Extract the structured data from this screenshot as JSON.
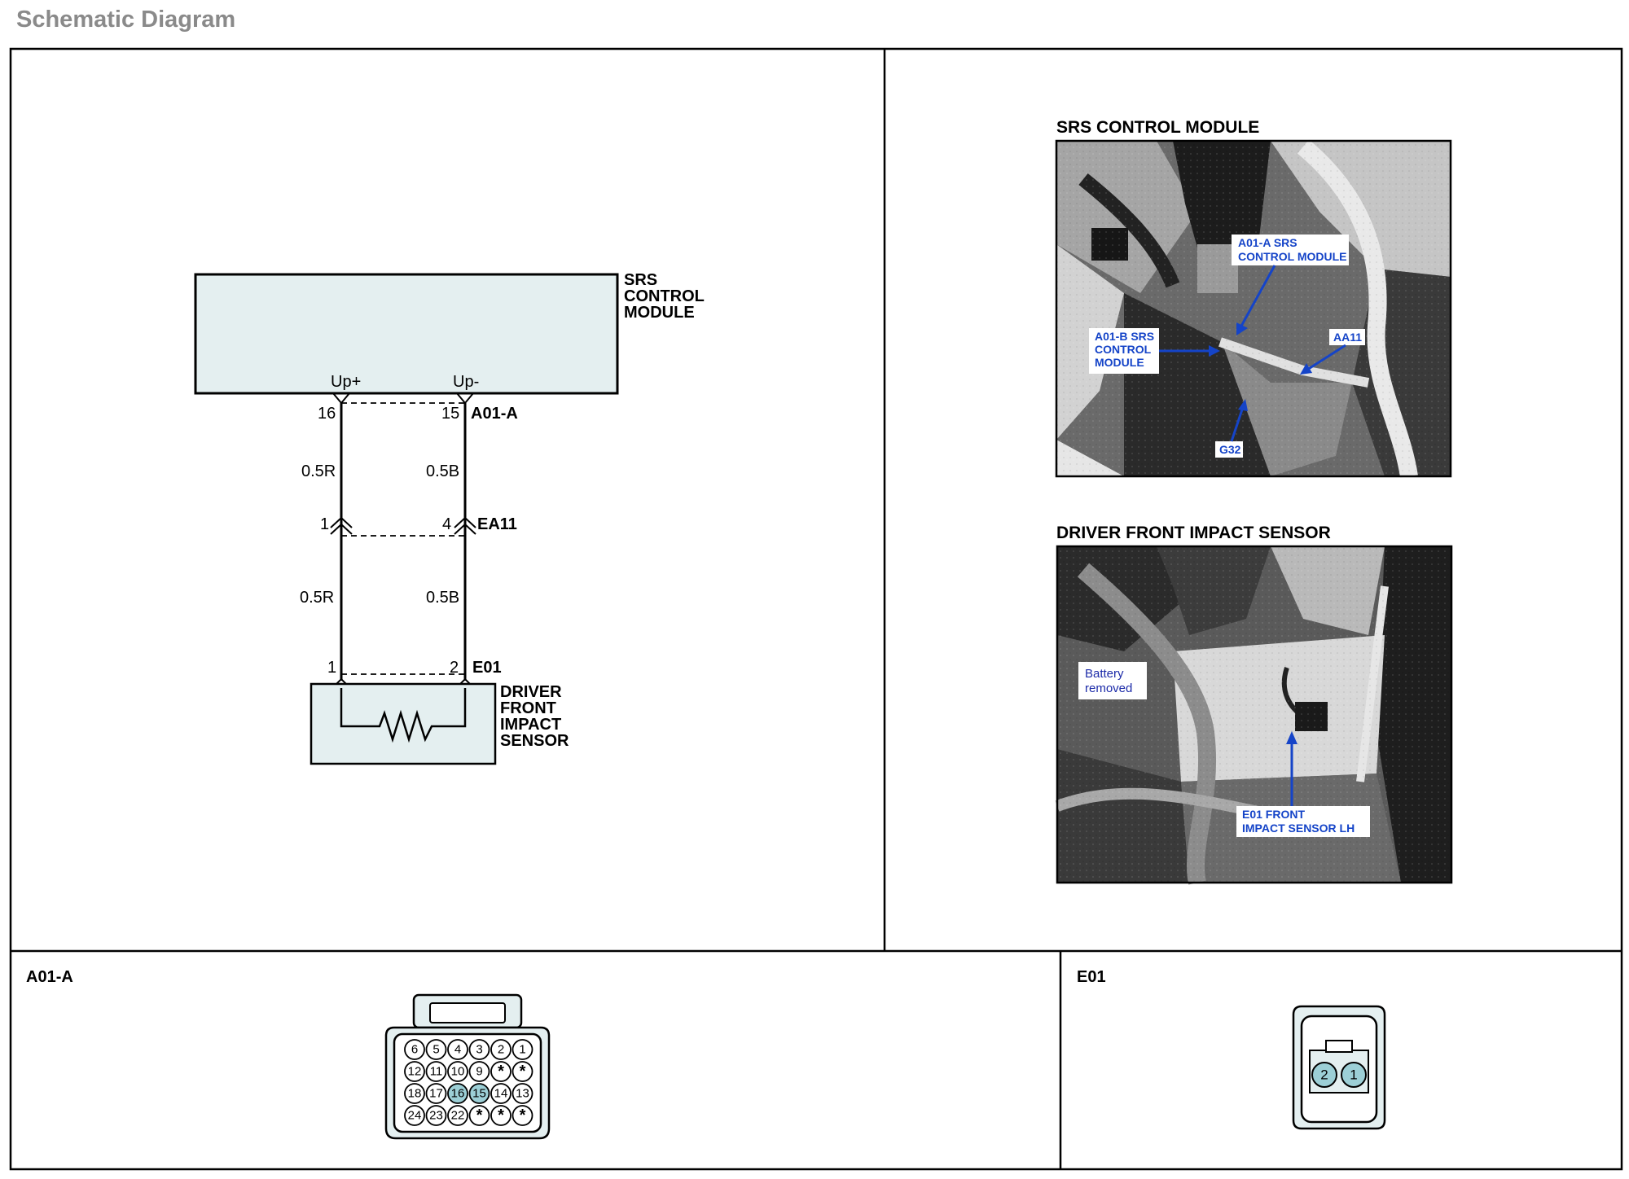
{
  "header": {
    "title": "Schematic Diagram"
  },
  "schematic": {
    "srs_module": {
      "label_lines": [
        "SRS",
        "CONTROL",
        "MODULE"
      ],
      "pin_up_plus": "Up+",
      "pin_up_minus": "Up-"
    },
    "a01a": {
      "name": "A01-A",
      "pin_left": "16",
      "pin_right": "15"
    },
    "wires_upper": {
      "left": "0.5R",
      "right": "0.5B"
    },
    "ea11": {
      "name": "EA11",
      "pin_left": "1",
      "pin_right": "4"
    },
    "wires_lower": {
      "left": "0.5R",
      "right": "0.5B"
    },
    "e01": {
      "name": "E01",
      "pin_left": "1",
      "pin_right": "2"
    },
    "sensor": {
      "label_lines": [
        "DRIVER",
        "FRONT",
        "IMPACT",
        "SENSOR"
      ]
    }
  },
  "photos": {
    "srs": {
      "title": "SRS CONTROL MODULE",
      "callouts": {
        "a01a": [
          "A01-A SRS",
          "CONTROL MODULE"
        ],
        "a01b": [
          "A01-B SRS",
          "CONTROL",
          "MODULE"
        ],
        "aa11": "AA11",
        "g32": "G32"
      }
    },
    "driver": {
      "title": "DRIVER FRONT IMPACT SENSOR",
      "callouts": {
        "battery": [
          "Battery",
          "removed"
        ],
        "e01": [
          "E01 FRONT",
          "IMPACT SENSOR LH"
        ]
      }
    }
  },
  "connectors": {
    "a01a": {
      "title": "A01-A",
      "rows": [
        [
          "6",
          "5",
          "4",
          "3",
          "2",
          "1"
        ],
        [
          "12",
          "11",
          "10",
          "9",
          "*",
          "*"
        ],
        [
          "18",
          "17",
          "16",
          "15",
          "14",
          "13"
        ],
        [
          "24",
          "23",
          "22",
          "*",
          "*",
          "*"
        ]
      ],
      "highlight": [
        "16",
        "15"
      ]
    },
    "e01": {
      "title": "E01",
      "pins": [
        "2",
        "1"
      ]
    }
  },
  "colors": {
    "module_fill": "#e4eff0",
    "pin_highlight": "#9ccfd6",
    "callout_blue": "#1544c8",
    "header_gray": "#8a8a8a"
  }
}
